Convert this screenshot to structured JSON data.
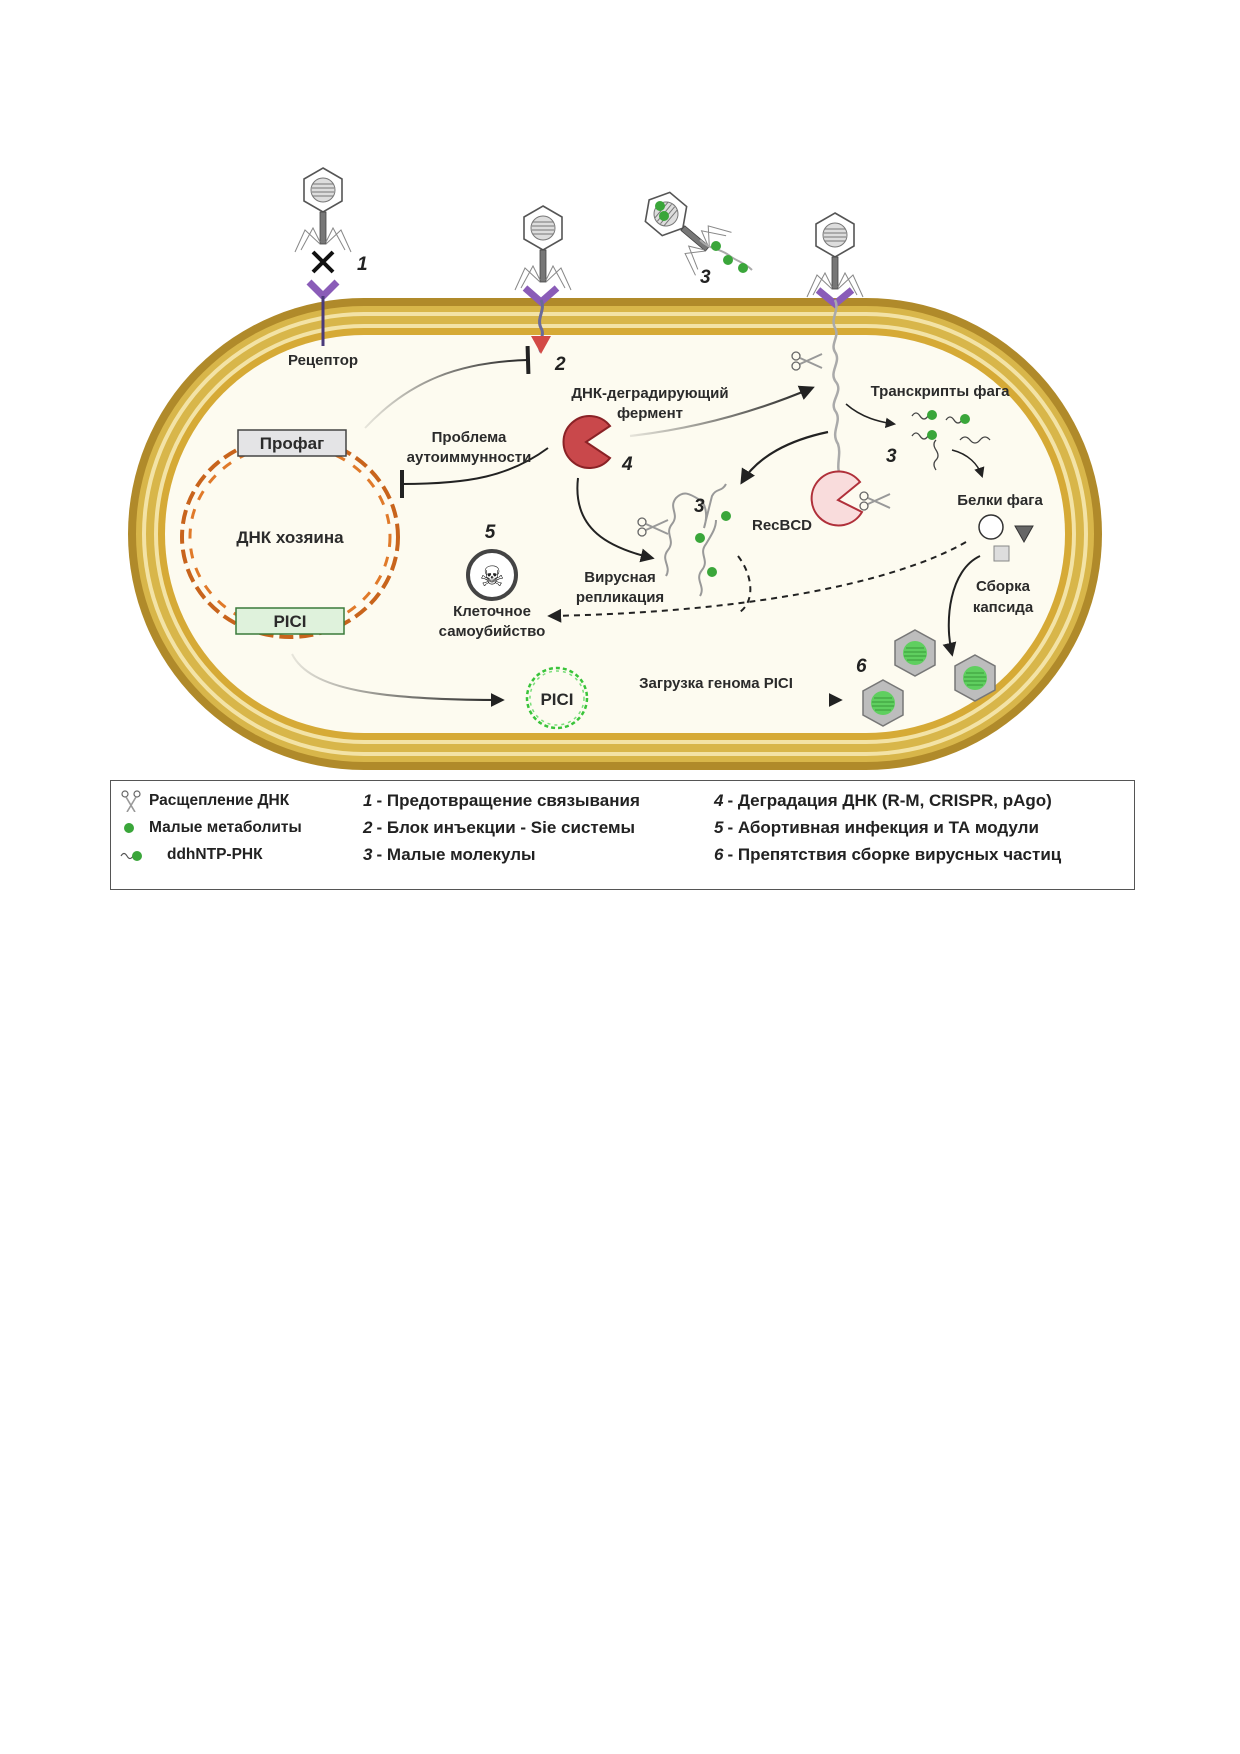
{
  "diagram": {
    "title": "Phage defense mechanisms in bacterial cell",
    "labels": {
      "receptor": "Рецептор",
      "prophage": "Профаг",
      "host_dna": "ДНК хозяина",
      "pici_box": "PICI",
      "autoimmunity_1": "Проблема",
      "autoimmunity_2": "аутоиммунности",
      "dna_enzyme_1": "ДНК-деградирующий",
      "dna_enzyme_2": "фермент",
      "phage_transcripts": "Транскрипты фага",
      "phage_proteins": "Белки фага",
      "capsid_assembly_1": "Сборка",
      "capsid_assembly_2": "капсида",
      "recbcd": "RecBCD",
      "viral_replication_1": "Вирусная",
      "viral_replication_2": "репликация",
      "cell_suicide_1": "Клеточное",
      "cell_suicide_2": "самоубийство",
      "pici_circle": "PICI",
      "pici_loading": "Загрузка генома PICI"
    },
    "step_numbers": {
      "n1": "1",
      "n2": "2",
      "n3_top": "3",
      "n3_transcripts": "3",
      "n3_replication": "3",
      "n4": "4",
      "n5": "5",
      "n6": "6"
    },
    "icons": [
      "phage-icon",
      "block-x-icon",
      "receptor-icon",
      "injection-block-icon",
      "scissors-icon",
      "pacman-enzyme-icon",
      "recbcd-icon",
      "skull-icon",
      "capsid-icon",
      "metabolite-dot-icon",
      "rna-dot-icon"
    ],
    "colors": {
      "membrane_outer": "#b08a2a",
      "membrane_mid": "#d8b64a",
      "membrane_light": "#f3e3a6",
      "cytoplasm": "#fdfbf0",
      "dna_orange": "#c8641c",
      "enzyme_red": "#c9484b",
      "recbcd_pink": "#f9dcdc",
      "receptor_purple": "#8a5cb8",
      "metabolite_green": "#3aa63a",
      "prophage_fill": "#e4e4e6",
      "pici_fill": "#dff2dc"
    }
  },
  "legend": {
    "symbols": [
      {
        "icon": "scissors-icon",
        "label": "Расщепление ДНК"
      },
      {
        "icon": "metabolite-dot-icon",
        "label": "Малые метаболиты"
      },
      {
        "icon": "rna-dot-icon",
        "label": "ddhNTP-РНК"
      }
    ],
    "items": [
      {
        "n": "1",
        "text": "- Предотвращение связывания"
      },
      {
        "n": "2",
        "text": "- Блок инъекции - Sie системы"
      },
      {
        "n": "3",
        "text": "- Малые молекулы"
      },
      {
        "n": "4",
        "text": "- Деградация ДНК (R-M, CRISPR, pAgo)"
      },
      {
        "n": "5",
        "text": "- Абортивная инфекция и ТА модули"
      },
      {
        "n": "6",
        "text": "- Препятствия сборке вирусных частиц"
      }
    ]
  }
}
